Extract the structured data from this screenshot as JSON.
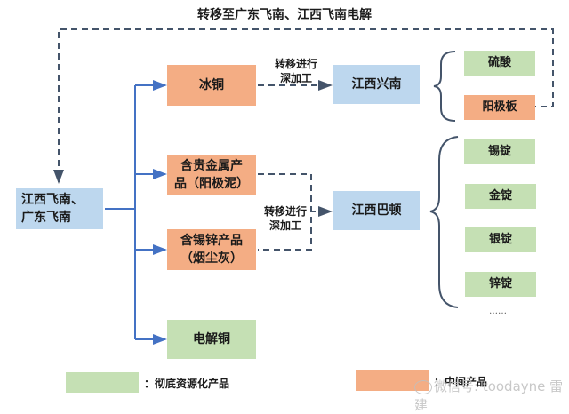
{
  "top_label": "转移至广东飞南、江西飞南电解",
  "nodes": {
    "source": "江西飞南、\n广东飞南",
    "ice_copper": "冰铜",
    "precious_metal": "含贵金属产\n品（阳极泥）",
    "tin_zinc": "含锡锌产品\n（烟尘灰）",
    "electrolytic_copper": "电解铜",
    "jiangxi_xingnan": "江西兴南",
    "jiangxi_badun": "江西巴顿",
    "sulfuric_acid": "硫酸",
    "anode_plate": "阳极板",
    "tin_ingot": "锡锭",
    "gold_ingot": "金锭",
    "silver_ingot": "银锭",
    "zinc_ingot": "锌锭",
    "ellipsis": "……"
  },
  "edge_labels": {
    "transfer_1": "转移进行\n深加工",
    "transfer_2": "转移进行\n深加工"
  },
  "legend": {
    "green_label": "：彻底资源化产品",
    "orange_label": "：中间产品",
    "green_color": "#c5e0b4",
    "orange_color": "#f4ad84"
  },
  "watermark": "微信号: toodayne 雷建"
}
